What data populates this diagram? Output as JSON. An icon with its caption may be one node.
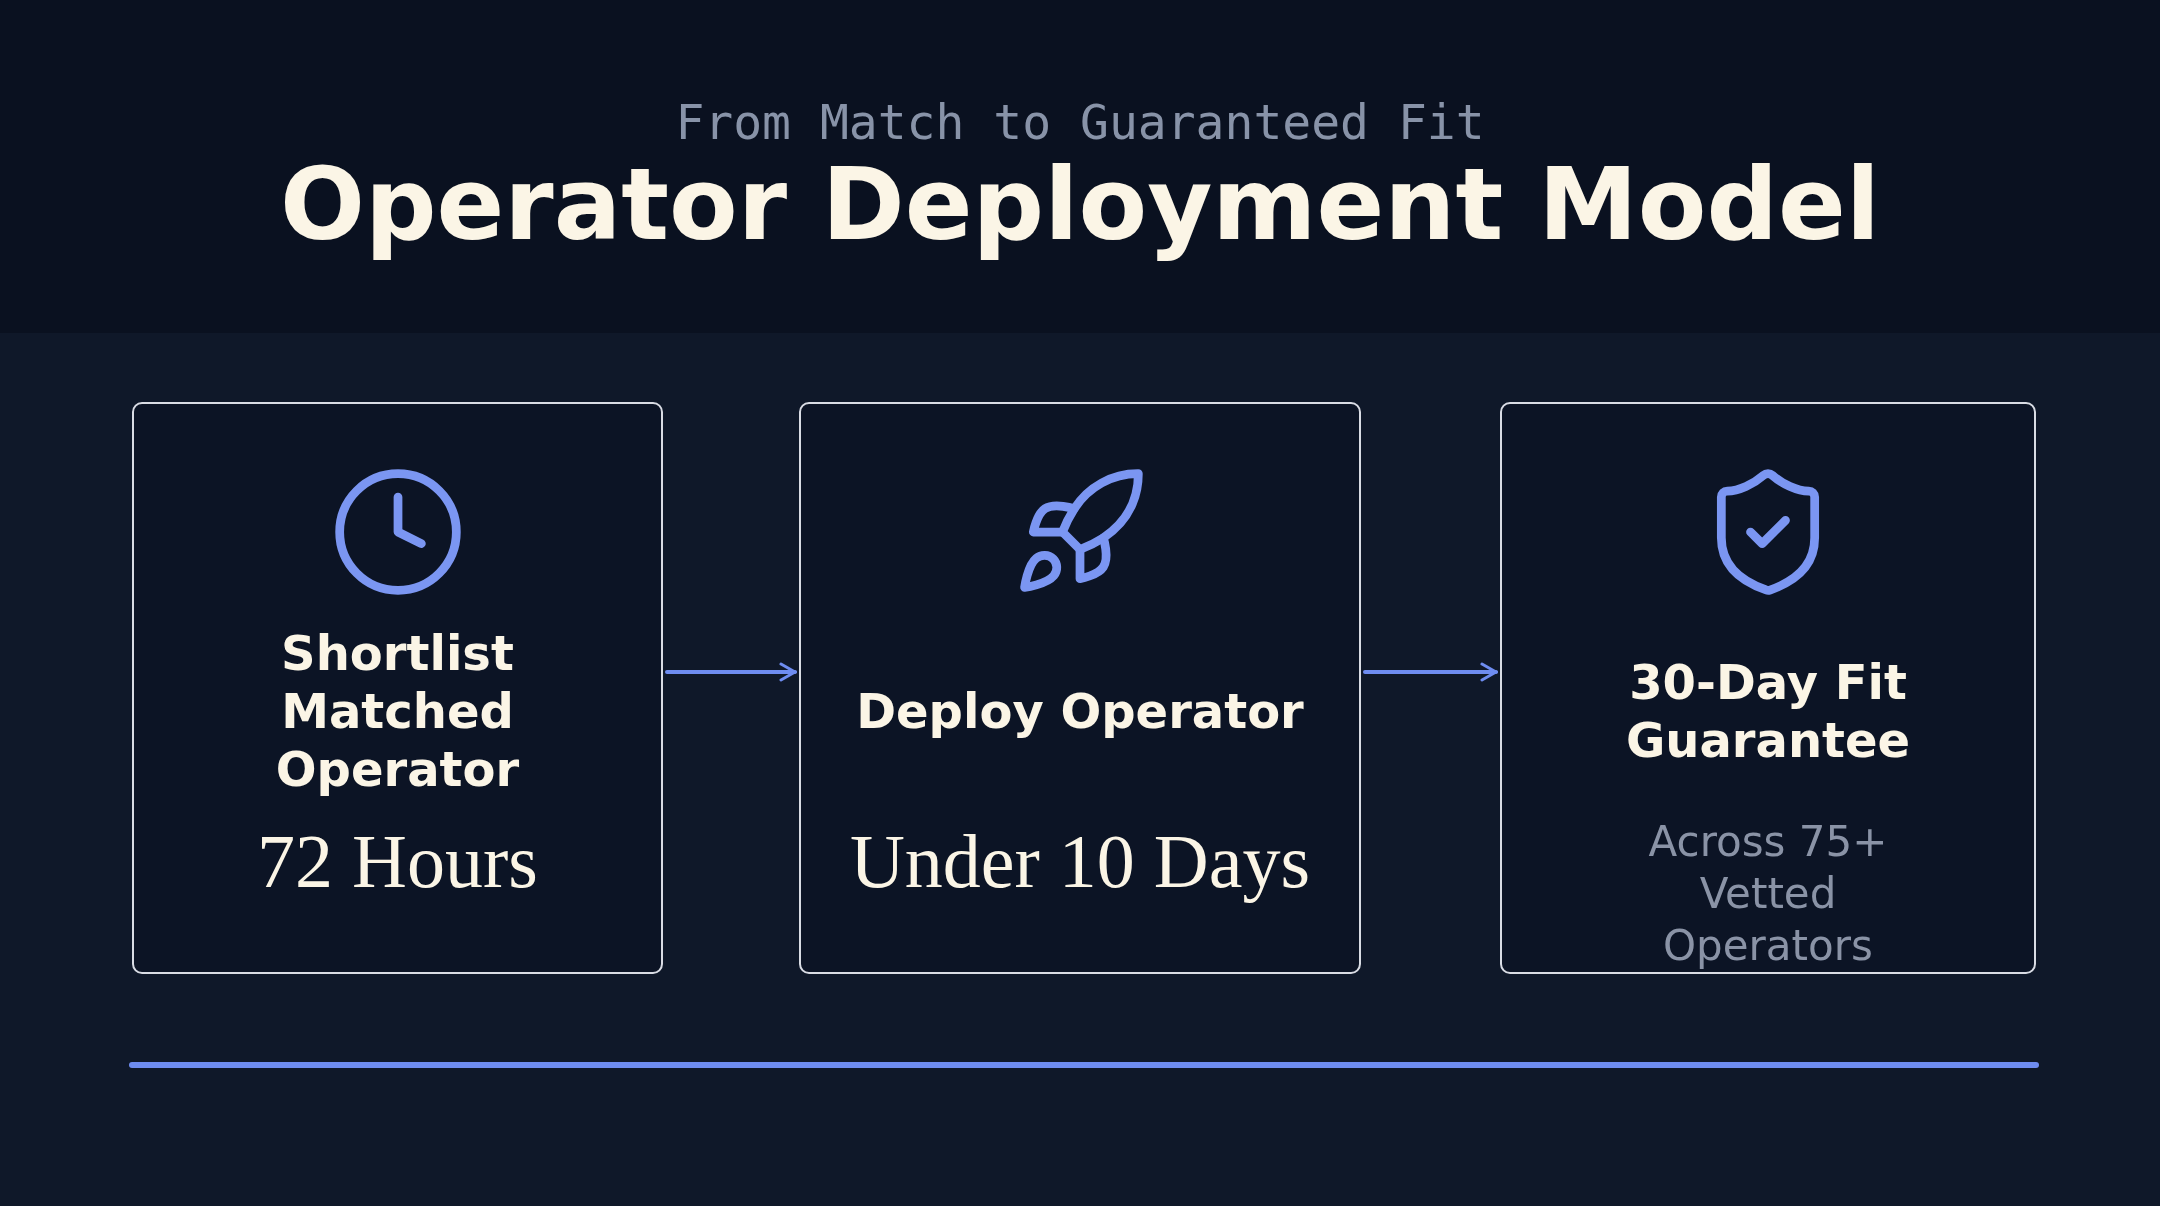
{
  "diagram": {
    "title": "Operator Deployment Model",
    "nodes": [
      {
        "text": [
          "Shortlist Matched Operator",
          "72 Hours"
        ]
      },
      {
        "text": [
          "Deploy Operator",
          "Under 10 Days"
        ]
      },
      {
        "text": [
          "30-Day Fit Guarantee",
          "Across 75+ Vetted Operators"
        ]
      }
    ],
    "edges": [
      {
        "from": 0,
        "to": 1,
        "arrow": "to"
      },
      {
        "from": 1,
        "to": 2,
        "arrow": "to"
      }
    ],
    "labels": [
      "From Match to Guaranteed Fit"
    ]
  }
}
